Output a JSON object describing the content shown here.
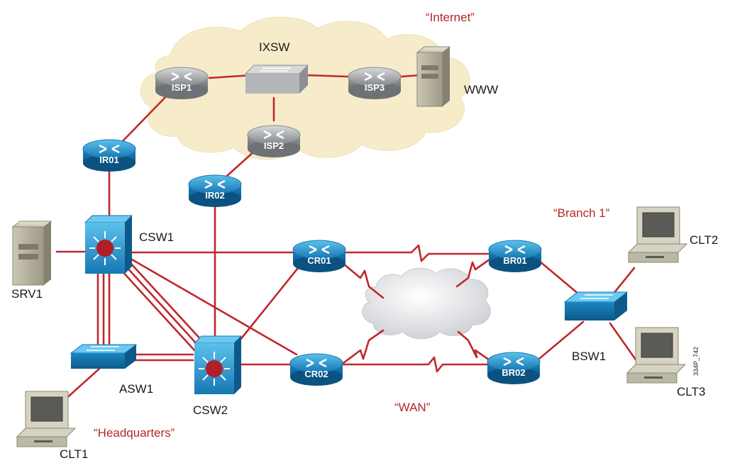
{
  "zones": {
    "internet": "“Internet”",
    "branch": "“Branch 1”",
    "wan": "“WAN”",
    "hq": "“Headquarters”"
  },
  "routers": {
    "isp1": "ISP1",
    "isp2": "ISP2",
    "isp3": "ISP3",
    "ir01": "IR01",
    "ir02": "IR02",
    "cr01": "CR01",
    "cr02": "CR02",
    "br01": "BR01",
    "br02": "BR02"
  },
  "switches": {
    "ixsw": "IXSW",
    "csw1": "CSW1",
    "csw2": "CSW2",
    "asw1": "ASW1",
    "bsw1": "BSW1"
  },
  "hosts": {
    "www": "WWW",
    "srv1": "SRV1",
    "clt1": "CLT1",
    "clt2": "CLT2",
    "clt3": "CLT3"
  },
  "figure_code": "334P_742",
  "colors": {
    "link": "#c0272d",
    "router_blue": "#1f8fc6",
    "router_gray": "#9a9da1",
    "cloud_internet": "#f6ecc9",
    "cloud_wan": "#e9ebee",
    "zone_label": "#b22a2a"
  }
}
